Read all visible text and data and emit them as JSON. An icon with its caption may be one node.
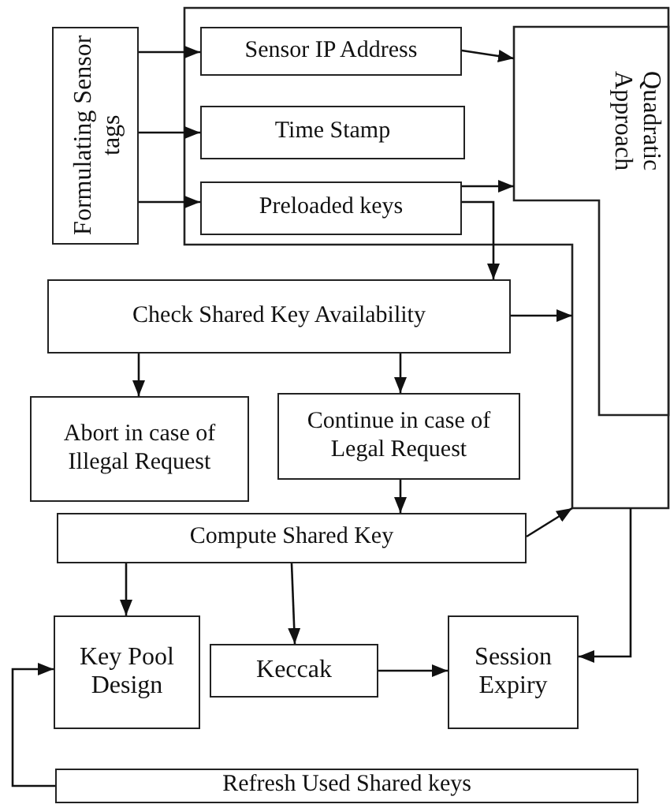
{
  "diagram": {
    "nodes": [
      {
        "text": [
          "Formulating Sensor tags"
        ]
      },
      {
        "text": [],
        "shape": "box"
      },
      {
        "text": [
          "Sensor IP Address"
        ],
        "in": 1
      },
      {
        "text": [
          "Time Stamp"
        ],
        "in": 1
      },
      {
        "text": [
          "Preloaded keys"
        ],
        "in": 1
      },
      {
        "text": [
          "Quadratic Approach"
        ],
        "in": 1
      },
      {
        "text": [
          "Check Shared Key Availability"
        ]
      },
      {
        "text": [
          "Abort in case of Illegal Request"
        ]
      },
      {
        "text": [
          "Continue in case of Legal Request"
        ]
      },
      {
        "text": [
          "Compute Shared Key"
        ]
      },
      {
        "text": [
          "Key Pool Design"
        ]
      },
      {
        "text": [
          "Keccak"
        ]
      },
      {
        "text": [
          "Session Expiry"
        ]
      },
      {
        "text": [
          "Refresh Used Shared keys"
        ]
      }
    ],
    "edges": [
      {
        "from": 0,
        "to": 2,
        "arrow": "to"
      },
      {
        "from": 0,
        "to": 3,
        "arrow": "to"
      },
      {
        "from": 0,
        "to": 4,
        "arrow": "to"
      },
      {
        "from": 2,
        "to": 5,
        "arrow": "to"
      },
      {
        "from": 4,
        "to": 5,
        "arrow": "to"
      },
      {
        "from": 4,
        "to": 6,
        "arrow": "to"
      },
      {
        "from": 6,
        "to": 1,
        "arrow": "to"
      },
      {
        "from": 6,
        "to": 7,
        "arrow": "to"
      },
      {
        "from": 6,
        "to": 8,
        "arrow": "to"
      },
      {
        "from": 8,
        "to": 9,
        "arrow": "to"
      },
      {
        "from": 9,
        "to": 1,
        "arrow": "to"
      },
      {
        "from": 9,
        "to": 10,
        "arrow": "to"
      },
      {
        "from": 9,
        "to": 11,
        "arrow": "to"
      },
      {
        "from": 11,
        "to": 12,
        "arrow": "to"
      },
      {
        "from": 1,
        "to": 12,
        "arrow": "to"
      },
      {
        "from": 13,
        "to": 10,
        "arrow": "to"
      }
    ]
  }
}
